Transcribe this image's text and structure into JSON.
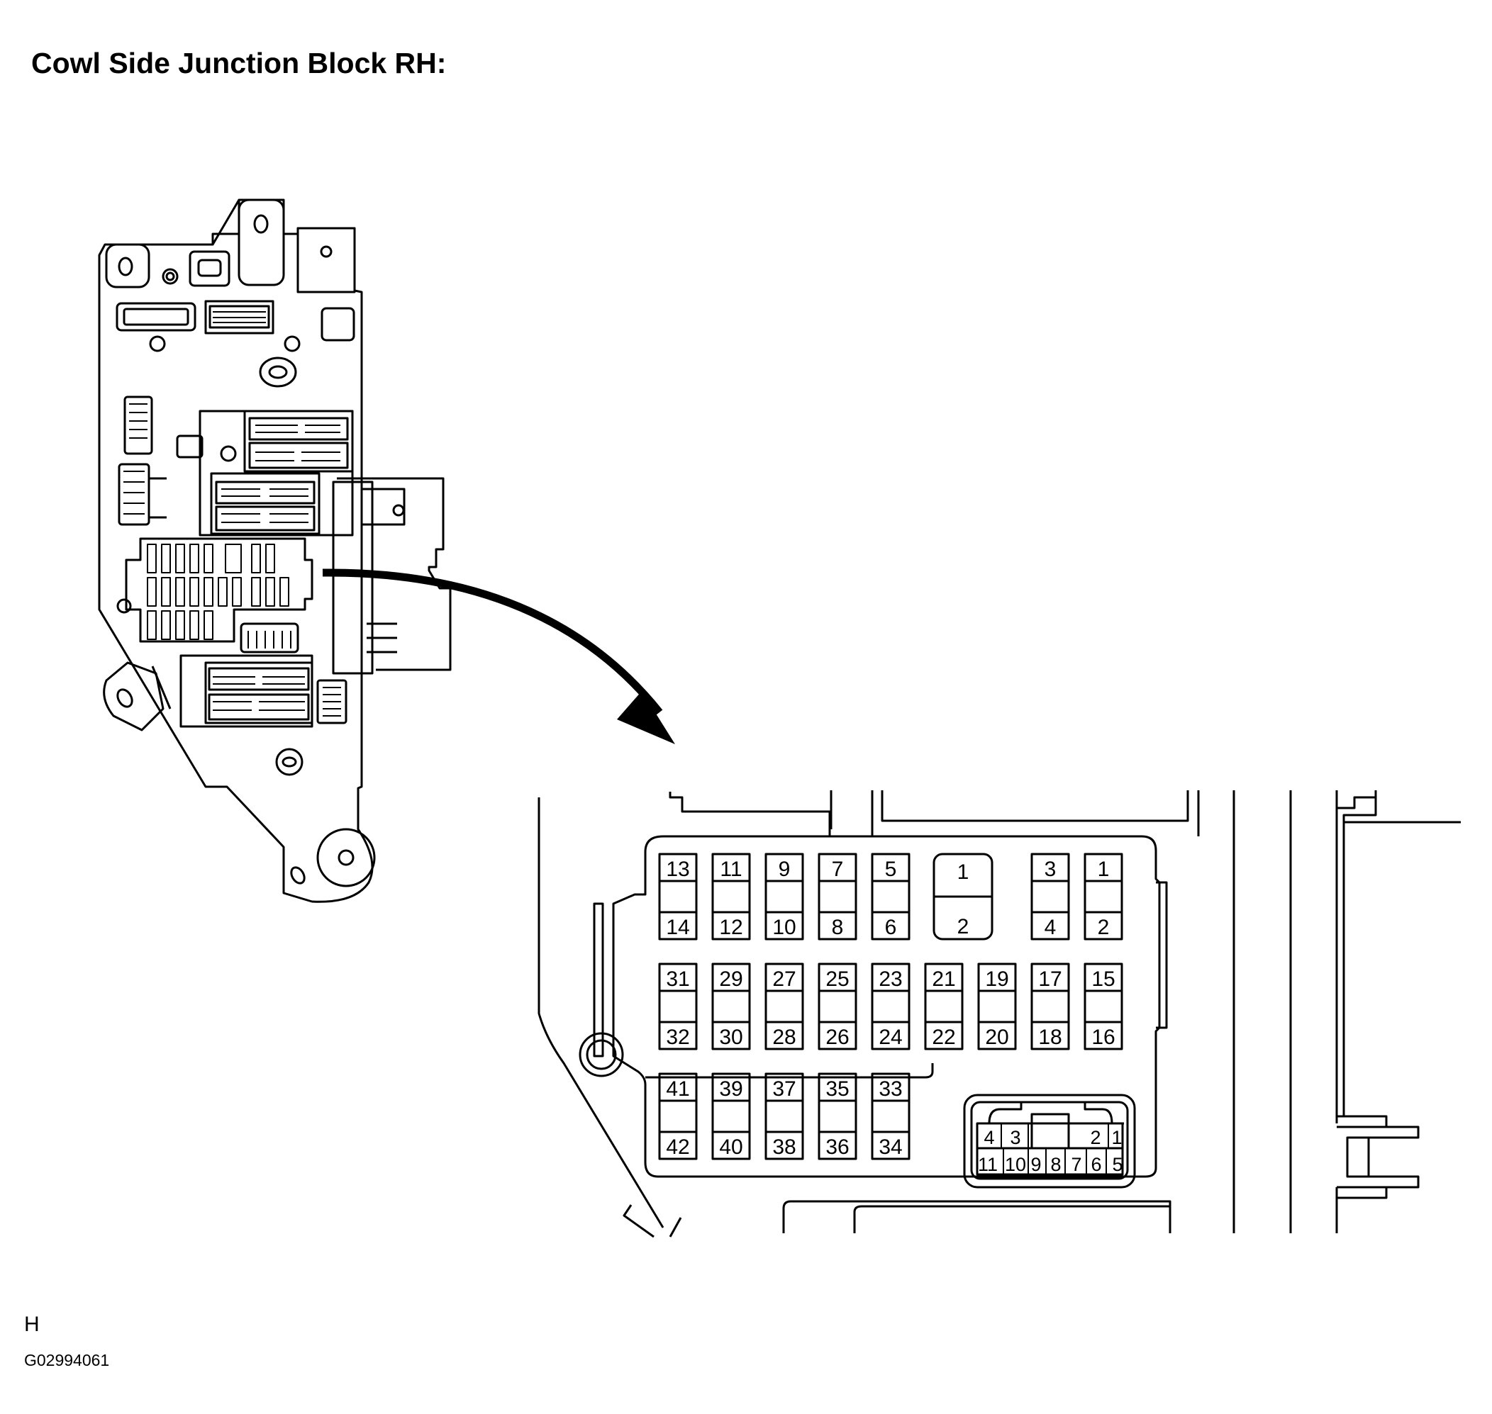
{
  "title": "Cowl Side Junction Block RH:",
  "footer": {
    "code_h": "H",
    "code_g": "G02994061"
  },
  "fuse_columns": {
    "row1": [
      {
        "top": "13",
        "bottom": "14"
      },
      {
        "top": "11",
        "bottom": "12"
      },
      {
        "top": "9",
        "bottom": "10"
      },
      {
        "top": "7",
        "bottom": "8"
      },
      {
        "top": "5",
        "bottom": "6"
      },
      {
        "top": "1",
        "bottom": "2",
        "large": true
      },
      {
        "top": "3",
        "bottom": "4"
      },
      {
        "top": "1",
        "bottom": "2"
      }
    ],
    "row2": [
      {
        "top": "31",
        "bottom": "32"
      },
      {
        "top": "29",
        "bottom": "30"
      },
      {
        "top": "27",
        "bottom": "28"
      },
      {
        "top": "25",
        "bottom": "26"
      },
      {
        "top": "23",
        "bottom": "24"
      },
      {
        "top": "21",
        "bottom": "22"
      },
      {
        "top": "19",
        "bottom": "20"
      },
      {
        "top": "17",
        "bottom": "18"
      },
      {
        "top": "15",
        "bottom": "16"
      }
    ],
    "row3": [
      {
        "top": "41",
        "bottom": "42"
      },
      {
        "top": "39",
        "bottom": "40"
      },
      {
        "top": "37",
        "bottom": "38"
      },
      {
        "top": "35",
        "bottom": "36"
      },
      {
        "top": "33",
        "bottom": "34"
      }
    ]
  },
  "connector": {
    "top_pins": [
      "4",
      "3",
      "2",
      "1"
    ],
    "bottom_pins": [
      "11",
      "10",
      "9",
      "8",
      "7",
      "6",
      "5"
    ]
  }
}
